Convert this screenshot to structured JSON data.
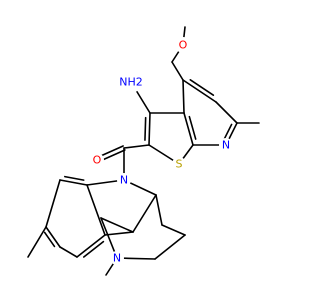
{
  "molecule": {
    "atom_labels": {
      "methoxy_oxygen": "O",
      "amine": "NH2",
      "ring_nitrogen": "N",
      "sulfur": "S",
      "carbonyl_oxygen": "O",
      "indoline_nitrogen": "N",
      "piperidine_nitrogen": "N"
    },
    "colors": {
      "bond": "#000000",
      "oxygen": "#ff0000",
      "nitrogen": "#0000ff",
      "sulfur": "#b8a000",
      "background": "#ffffff"
    }
  }
}
